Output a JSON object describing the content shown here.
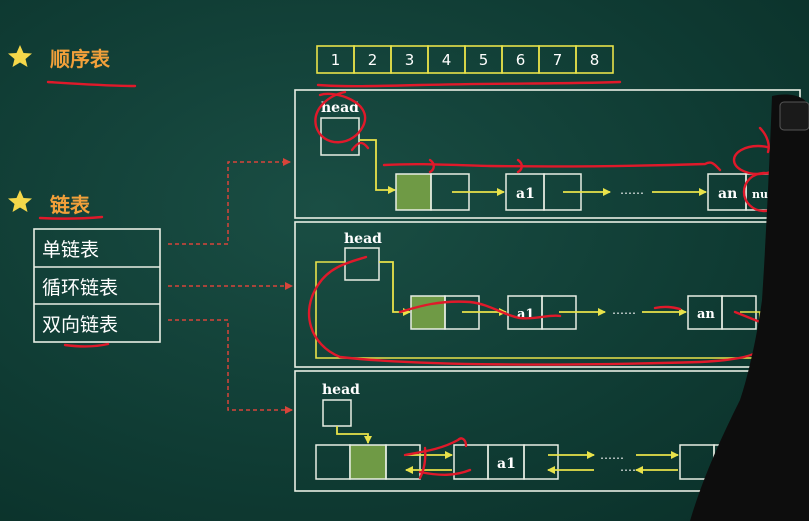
{
  "colors": {
    "background": "#0f3b33",
    "chalk_white": "#e8eee4",
    "yellow_line": "#e8e24a",
    "star_yellow": "#f5d84a",
    "heading_orange": "#f2a03a",
    "red_dashed": "#d8443a",
    "annotation_red": "#e0192a",
    "head_node_fill": "#6f9a45"
  },
  "sections": {
    "sequence": {
      "title": "顺序表",
      "icon": "star-icon"
    },
    "linked": {
      "title": "链表",
      "icon": "star-icon"
    }
  },
  "array_cells": [
    "1",
    "2",
    "3",
    "4",
    "5",
    "6",
    "7",
    "8"
  ],
  "list_types": [
    "单链表",
    "循环链表",
    "双向链表"
  ],
  "singly": {
    "head": "head",
    "a1": "a1",
    "an": "an",
    "null": "null",
    "dots": "……"
  },
  "circular": {
    "head": "head",
    "a1": "a1",
    "an": "an",
    "dots": "……"
  },
  "doubly": {
    "head": "head",
    "a1": "a1",
    "dots": "……"
  }
}
